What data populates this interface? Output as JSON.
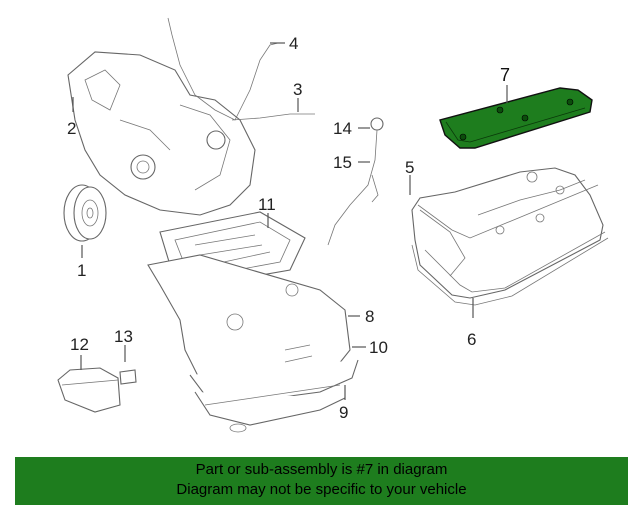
{
  "diagram": {
    "callouts": [
      "1",
      "2",
      "3",
      "4",
      "5",
      "6",
      "7",
      "8",
      "9",
      "10",
      "11",
      "12",
      "13",
      "14",
      "15"
    ],
    "highlight_color": "#1e7d1e"
  },
  "banner": {
    "line1": "Part or sub-assembly is #7 in diagram",
    "line2": "Diagram may not be specific to your vehicle",
    "background": "#1e7d1e"
  }
}
